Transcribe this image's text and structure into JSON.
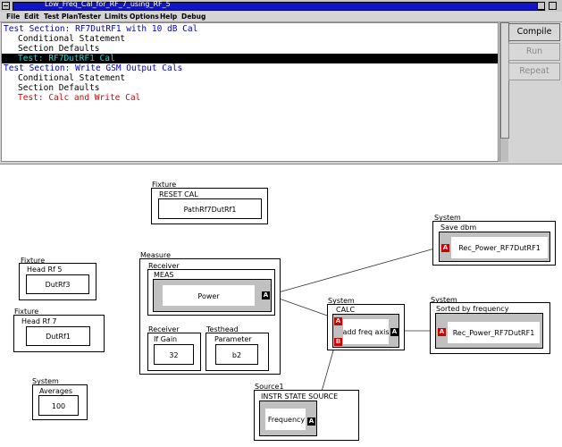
{
  "window": {
    "title": "Low_Freq_Cal_for_RF_7_using_RF_5"
  },
  "menu": [
    "File",
    "Edit",
    "Test Plan",
    "Tester",
    "Limits",
    "Options",
    "Help",
    "Debug"
  ],
  "test_list": [
    {
      "text": "Test Section: RF7DutRF1 with 10 dB Cal",
      "color": "#0000c8",
      "indent": 0,
      "selected": false
    },
    {
      "text": "Conditional Statement",
      "color": "#000000",
      "indent": 1,
      "selected": false
    },
    {
      "text": "Section Defaults",
      "color": "#000000",
      "indent": 1,
      "selected": false
    },
    {
      "text": "Test: RF7DutRF1 Cal",
      "color": "#00e0e0",
      "indent": 1,
      "selected": true
    },
    {
      "text": "Test Section: Write GSM Output Cals",
      "color": "#0000c8",
      "indent": 0,
      "selected": false
    },
    {
      "text": "Conditional Statement",
      "color": "#000000",
      "indent": 1,
      "selected": false
    },
    {
      "text": "Section Defaults",
      "color": "#000000",
      "indent": 1,
      "selected": false
    },
    {
      "text": "Test: Calc and Write Cal",
      "color": "#e00000",
      "indent": 1,
      "selected": false
    }
  ],
  "buttons": {
    "compile": "Compile",
    "run": "Run",
    "repeat": "Repeat"
  },
  "blocks": {
    "fixture_reset": {
      "category": "Fixture",
      "name": "RESET CAL",
      "value": "PathRf7DutRf1"
    },
    "system_save": {
      "category": "System",
      "name": "Save dbm",
      "value": "Rec_Power_RF7DutRF1",
      "port": "A"
    },
    "fixture_head5": {
      "category": "Fixture",
      "name": "Head Rf 5",
      "value": "DutRf3"
    },
    "fixture_head7": {
      "category": "Fixture",
      "name": "Head Rf 7",
      "value": "DutRf1"
    },
    "measure": {
      "category": "Measure",
      "receiver_label": "Receiver",
      "meas_name": "MEAS",
      "meas_value": "Power",
      "meas_port": "A",
      "if_receiver_label": "Receiver",
      "if_name": "If Gain",
      "if_value": "32",
      "testhead_label": "Testhead",
      "param_name": "Parameter",
      "param_value": "b2"
    },
    "system_calc": {
      "category": "System",
      "name": "CALC",
      "value": "add freq axis",
      "port_a": "A",
      "port_b": "B",
      "port_out": "A"
    },
    "system_sorted": {
      "category": "System",
      "name": "Sorted by frequency",
      "value": "Rec_Power_RF7DutRF1",
      "port": "A"
    },
    "system_avg": {
      "category": "System",
      "name": "Averages",
      "value": "100"
    },
    "source": {
      "category": "Source1",
      "name": "INSTR STATE SOURCE",
      "value": "Frequency",
      "port": "A"
    }
  }
}
